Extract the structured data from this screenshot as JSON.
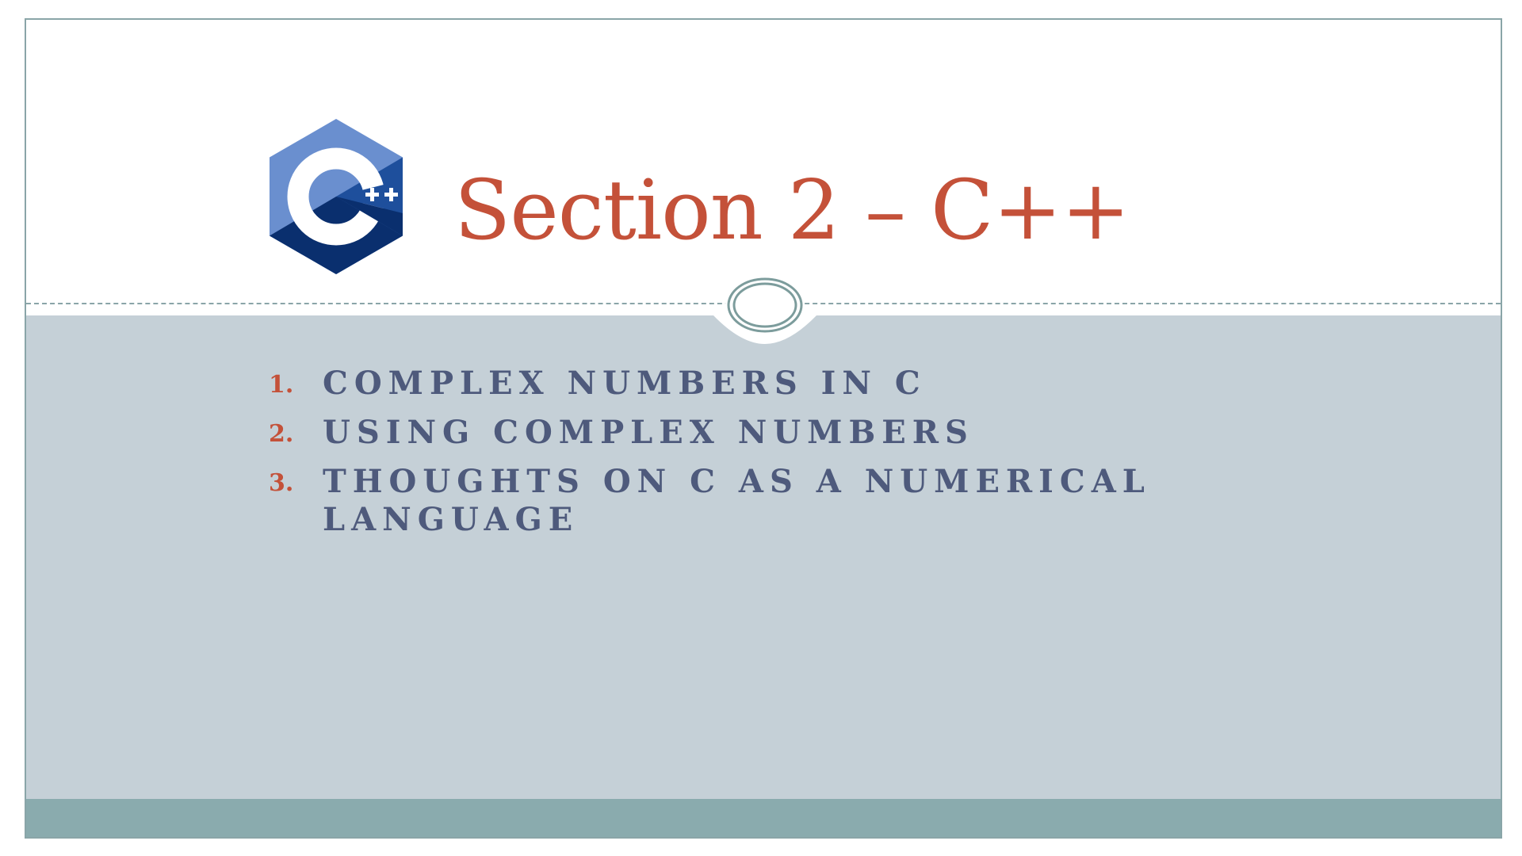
{
  "slide": {
    "title": "Section 2 – C++",
    "logo": {
      "icon": "cpp-logo-icon",
      "text": "C++",
      "colors": {
        "light": "#6a8fcf",
        "mid": "#1e4f9c",
        "dark": "#0a2f6e"
      }
    },
    "agenda": [
      {
        "number": "1.",
        "text": "Complex numbers in C"
      },
      {
        "number": "2.",
        "text": "Using complex numbers"
      },
      {
        "number": "3.",
        "text": "Thoughts on C as a numerical language"
      }
    ]
  },
  "colors": {
    "title": "#c45139",
    "agenda_text": "#4e5a7c",
    "agenda_number": "#c45139",
    "content_background": "#c5d0d7",
    "footer_bar": "#8aabae",
    "frame_border": "#8aa5a8"
  },
  "decor": {
    "divider_icon": "double-oval-ornament-icon"
  }
}
